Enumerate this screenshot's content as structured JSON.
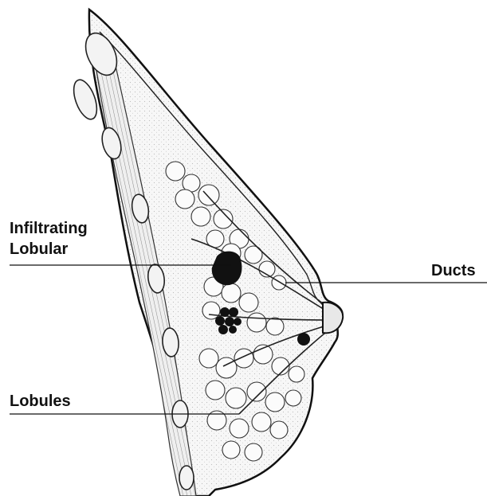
{
  "labels": {
    "infiltrating_line1": "Infiltrating",
    "infiltrating_line2": "Lobular",
    "ducts": "Ducts",
    "lobules": "Lobules"
  },
  "colors": {
    "ink": "#111111",
    "tissue": "#f4f4f4",
    "shading": "#c9c9c9",
    "tumor": "#111111"
  }
}
